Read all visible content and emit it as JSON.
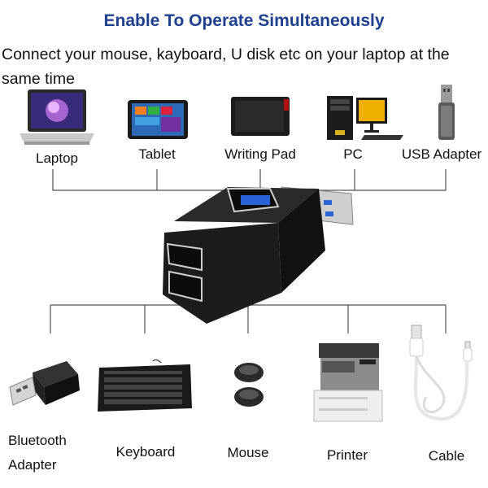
{
  "title": "Enable To Operate Simultaneously",
  "subtitle": "Connect your mouse, kayboard, U disk etc on your laptop at the same time",
  "top_devices": [
    {
      "label": "Laptop",
      "icon": "laptop-icon"
    },
    {
      "label": "Tablet",
      "icon": "tablet-icon"
    },
    {
      "label": "Writing Pad",
      "icon": "writing-pad-icon"
    },
    {
      "label": "PC",
      "icon": "desktop-pc-icon"
    },
    {
      "label": "USB Adapter",
      "icon": "usb-adapter-icon"
    }
  ],
  "bottom_devices": [
    {
      "label_line1": "Bluetooth",
      "label_line2": "Adapter",
      "icon": "bluetooth-adapter-icon"
    },
    {
      "label": "Keyboard",
      "icon": "keyboard-icon"
    },
    {
      "label": "Mouse",
      "icon": "mouse-icon"
    },
    {
      "label": "Printer",
      "icon": "printer-icon"
    },
    {
      "label": "Cable",
      "icon": "usb-cable-icon"
    }
  ],
  "center_device": {
    "icon": "usb-hub-icon"
  },
  "colors": {
    "title": "#1f3f8f",
    "connector_lines": "#555555",
    "port_blue": "#2a62d8"
  }
}
